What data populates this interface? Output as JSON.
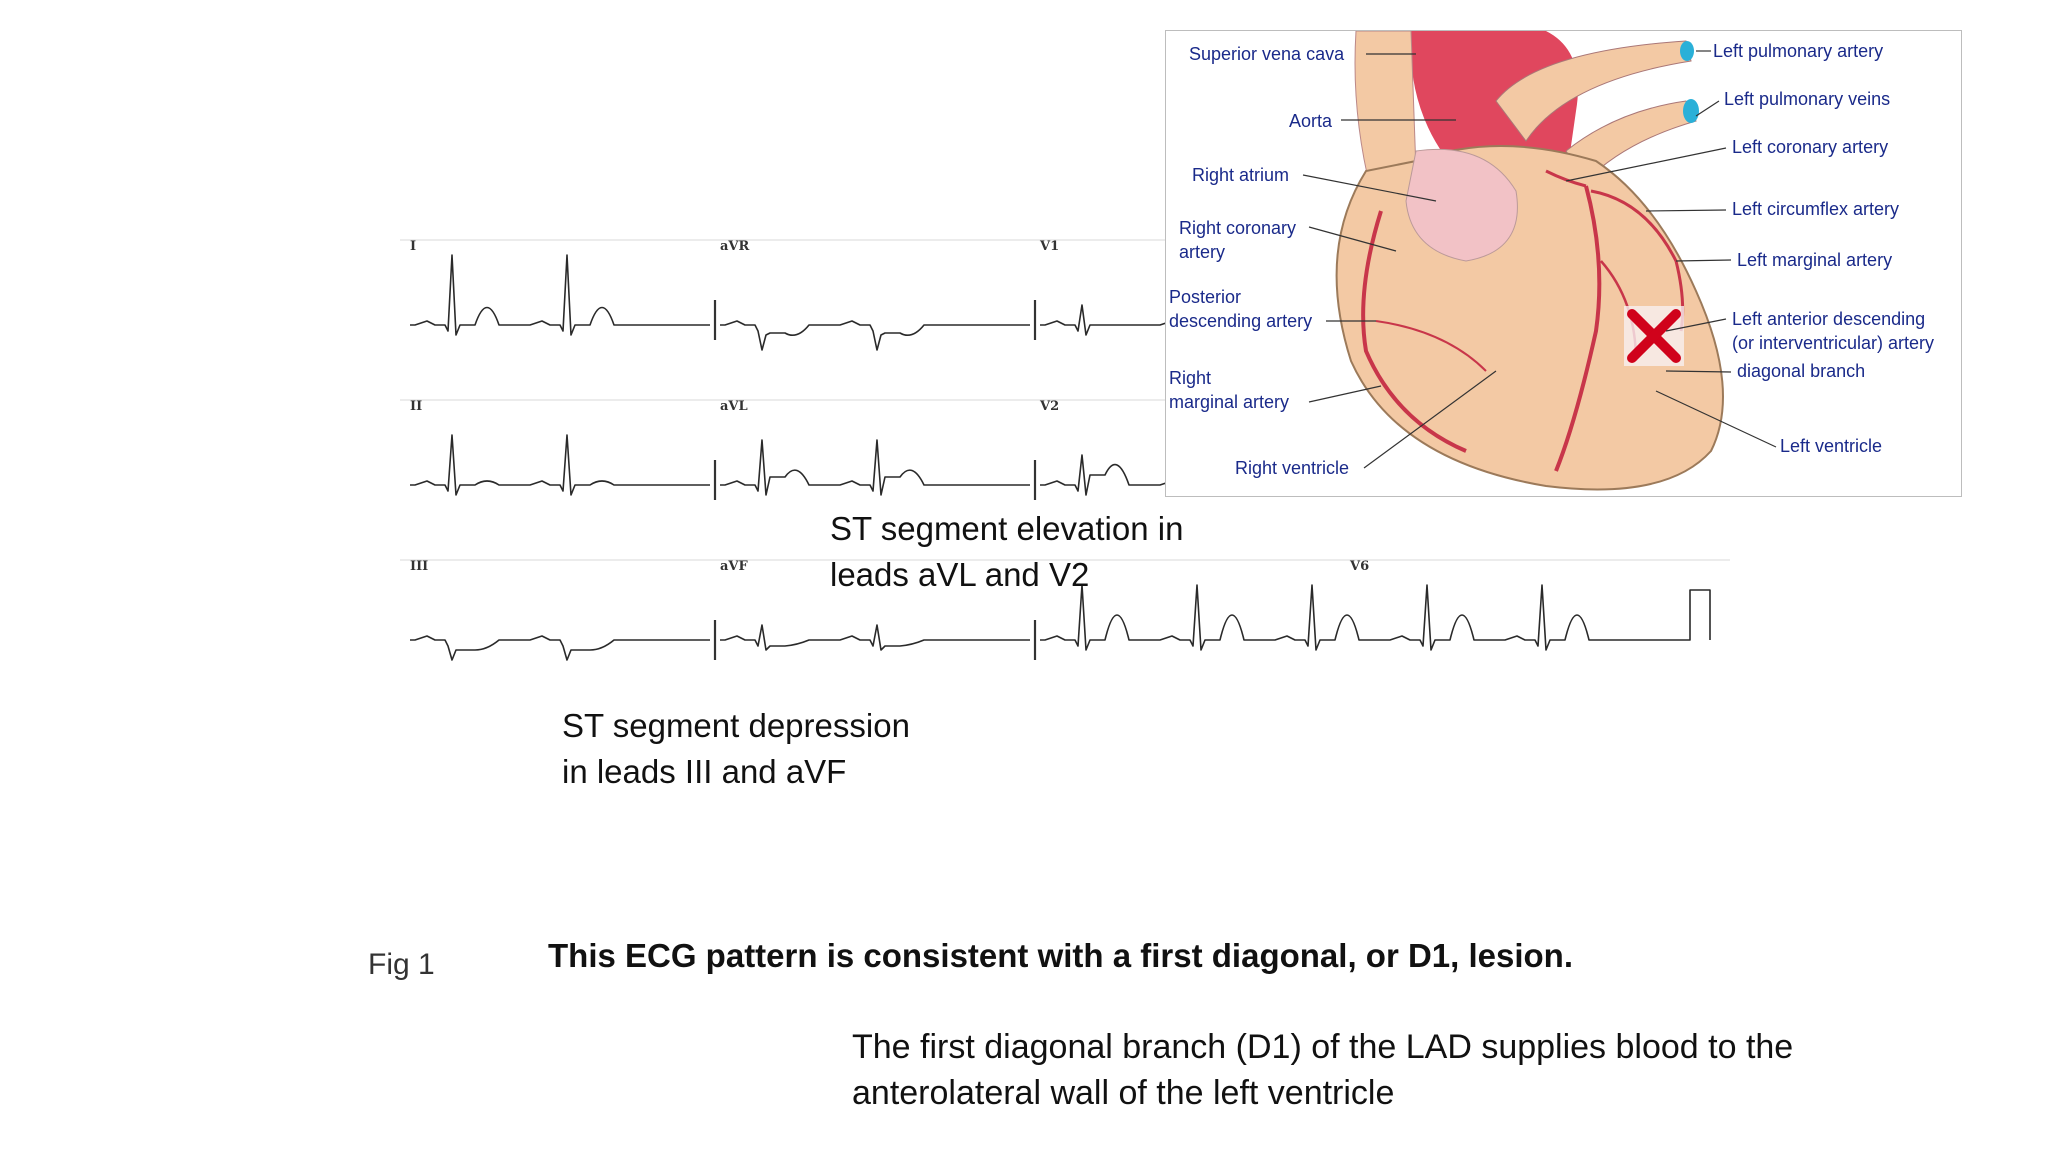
{
  "ecg": {
    "leads": [
      "I",
      "aVR",
      "V1",
      "II",
      "aVL",
      "V2",
      "III",
      "aVF",
      "V6"
    ]
  },
  "annotations": {
    "st_elevation": [
      "ST segment elevation in",
      "leads aVL and V2"
    ],
    "st_depression": [
      "ST segment depression",
      "in leads III and aVF"
    ]
  },
  "heart_labels": {
    "superior_vena_cava": "Superior vena cava",
    "aorta": "Aorta",
    "right_atrium": "Right atrium",
    "right_coronary_artery": [
      "Right coronary",
      "artery"
    ],
    "posterior_descending_artery": [
      "Posterior",
      "descending artery"
    ],
    "right_marginal_artery": [
      "Right",
      "marginal artery"
    ],
    "right_ventricle": "Right ventricle",
    "left_pulmonary_artery": "Left pulmonary artery",
    "left_pulmonary_veins": "Left pulmonary veins",
    "left_coronary_artery": "Left coronary artery",
    "left_circumflex_artery": "Left circumflex artery",
    "left_marginal_artery": "Left marginal artery",
    "left_anterior_descending": [
      "Left anterior descending",
      "(or interventricular) artery"
    ],
    "diagonal_branch": "diagonal branch",
    "left_ventricle": "Left ventricle"
  },
  "colors": {
    "aorta": "#e0475e",
    "heart_muscle": "#f3c9a4",
    "artery": "#c8364a",
    "lesion_mark": "#d0021b",
    "label": "#1a2a8a"
  },
  "fig_label": "Fig 1",
  "conclusion": "This ECG pattern is consistent with a first diagonal, or D1, lesion.",
  "explanation": [
    "The first diagonal branch (D1) of the LAD supplies blood to the",
    "anterolateral wall of the left ventricle"
  ]
}
